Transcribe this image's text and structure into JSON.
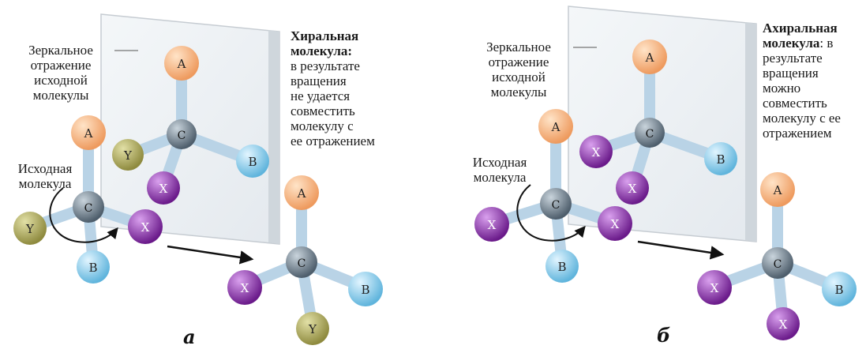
{
  "panel_a": {
    "letter": "а",
    "mirror_label": [
      "Зеркальное",
      "отражение",
      "исходной",
      "молекулы"
    ],
    "original_label": [
      "Исходная",
      "молекула"
    ],
    "title_bold": "Хиральная молекула:",
    "title_lines": [
      "Хиральная",
      "молекула:"
    ],
    "desc_lines": [
      "в результате",
      "вращения",
      "не удается",
      "совместить",
      "молекулу с",
      "ее отражением"
    ]
  },
  "panel_b": {
    "letter": "б",
    "mirror_label": [
      "Зеркальное",
      "отражение",
      "исходной",
      "молекулы"
    ],
    "original_label": [
      "Исходная",
      "молекула"
    ],
    "title_lines": [
      "Ахиральная",
      "молекула"
    ],
    "title_suffix": ": в",
    "desc_lines": [
      "результате",
      "вращения",
      "можно",
      "совместить",
      "молекулу с ее",
      "отражением"
    ]
  },
  "atoms": {
    "center": "C",
    "a": "A",
    "b": "B",
    "x": "X",
    "y": "Y"
  },
  "colors": {
    "atom_a": "#f6b27e",
    "atom_b": "#8fd0ec",
    "atom_x": "#8a2fa8",
    "atom_y": "#a9a65a",
    "atom_c": "#6f7f8c",
    "bond": "#b9d3e6",
    "mirror": "#eef2f5"
  }
}
